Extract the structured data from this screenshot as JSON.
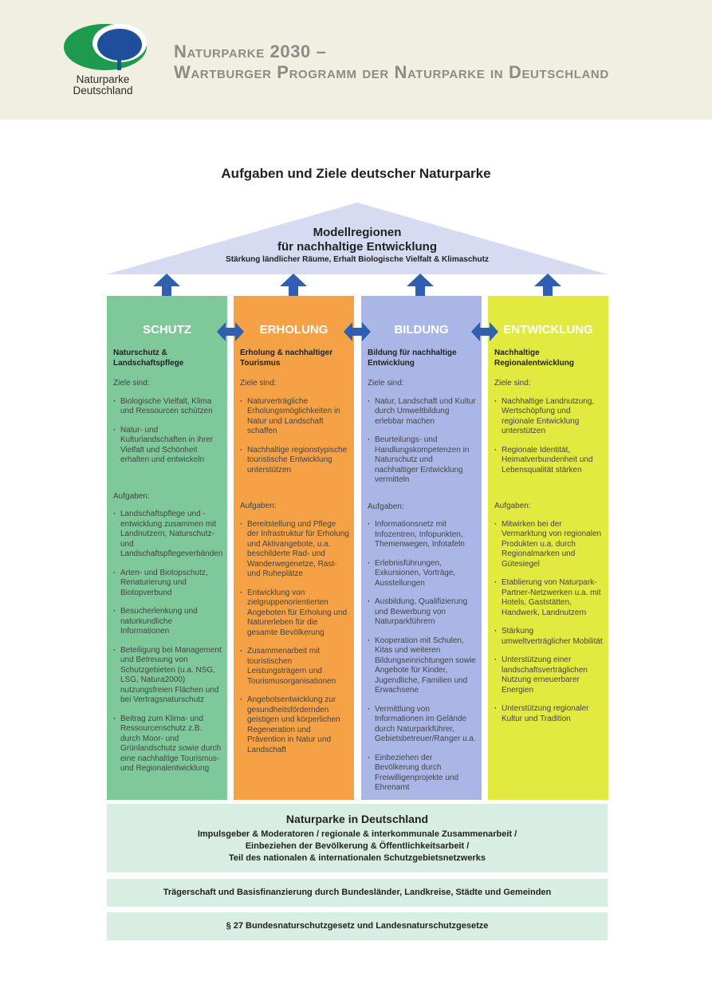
{
  "header": {
    "logo_line1": "Naturparke",
    "logo_line2": "Deutschland",
    "title_line1": "Naturparke 2030 –",
    "title_line2": "Wartburger Programm der Naturparke in Deutschland"
  },
  "diagram": {
    "title": "Aufgaben und Ziele deutscher Naturparke",
    "roof": {
      "line1": "Modellregionen",
      "line2": "für nachhaltige Entwicklung",
      "line3": "Stärkung ländlicher Räume, Erhalt Biologische Vielfalt & Klimaschutz"
    },
    "colors": {
      "schutz": "#7ec89a",
      "erholung": "#f5a145",
      "bildung": "#aab7e6",
      "entwicklung": "#e2ea3f",
      "roof": "#d6dbf2",
      "arrow": "#2f5fae",
      "band": "#d9eee2"
    },
    "columns": [
      {
        "title": "SCHUTZ",
        "subtitle": "Naturschutz & Landschaftspflege",
        "ziele_label": "Ziele sind:",
        "ziele": [
          "Biologische Vielfalt, Klima und Ressourcen schützen",
          "Natur- und Kulturlandschaften in ihrer Vielfalt und Schönheit erhalten und entwickeln"
        ],
        "aufgaben_label": "Aufgaben:",
        "aufgaben": [
          "Landschaftspflege und -entwicklung zusammen mit Landnutzern, Naturschutz- und Landschaftspflegeverbänden",
          "Arten- und Biotopschutz, Renaturierung und Biotopverbund",
          "Besucherlenkung und naturkundliche Informationen",
          "Beteiligung bei Management und Betreuung von Schutzgebieten (u.a. NSG, LSG, Natura2000) nutzungsfreien Flächen und bei Vertragsnaturschutz",
          "Beitrag zum Klima- und Ressourcenschutz z.B. durch Moor- und Grünlandschutz sowie durch eine nachhaltige Tourismus- und Regionalentwicklung"
        ]
      },
      {
        "title": "ERHOLUNG",
        "subtitle": "Erholung & nachhaltiger Tourismus",
        "ziele_label": "Ziele sind:",
        "ziele": [
          "Naturverträgliche Erholungsmöglichkeiten in Natur und Landschaft schaffen",
          "Nachhaltige regionstypische touristische Entwicklung unterstützen"
        ],
        "aufgaben_label": "Aufgaben:",
        "aufgaben": [
          "Bereitstellung und Pflege der Infrastruktur für Erholung und Aktivangebote, u.a. beschilderte Rad- und Wanderwegenetze, Rast- und Ruheplätze",
          "Entwicklung von zielgruppenorientierten Angeboten für Erholung und Naturerleben für die gesamte Bevölkerung",
          "Zusammenarbeit mit touristischen Leistungsträgern und Tourismusorganisationen",
          "Angebotsentwicklung zur gesundheitsfördernden geistigen und körperlichen Regeneration und Prävention in Natur und Landschaft"
        ]
      },
      {
        "title": "BILDUNG",
        "subtitle": "Bildung für nachhaltige Entwicklung",
        "ziele_label": "Ziele sind:",
        "ziele": [
          "Natur, Landschaft und Kultur durch Umweltbildung erlebbar machen",
          "Beurteilungs- und Handlungskompetenzen in Naturschutz und nachhaltiger Entwicklung vermitteln"
        ],
        "aufgaben_label": "Aufgaben:",
        "aufgaben": [
          "Informationsnetz mit Infozentren, Infopunkten, Themenwegen, Infotafeln",
          "Erlebnisführungen, Exkursionen, Vorträge, Ausstellungen",
          "Ausbildung, Qualifizierung und Bewerbung von Naturparkführern",
          "Kooperation mit Schulen, Kitas und weiteren Bildungseinrichtungen sowie Angebote für Kinder, Jugendliche, Familien und Erwachsene",
          "Vermittlung von Informationen im Gelände durch Naturparkführer, Gebietsbetreuer/Ranger u.a.",
          "Einbeziehen der Bevölkerung durch Freiwilligenprojekte und Ehrenamt"
        ]
      },
      {
        "title": "ENTWICKLUNG",
        "subtitle": "Nachhaltige Regionalentwicklung",
        "ziele_label": "Ziele sind:",
        "ziele": [
          "Nachhaltige Landnutzung, Wertschöpfung und regionale Entwicklung unterstützen",
          "Regionale Identität, Heimatverbundenheit und Lebensqualität stärken"
        ],
        "aufgaben_label": "Aufgaben:",
        "aufgaben": [
          "Mitwirken bei der Vermarktung von regionalen Produkten u.a. durch Regionalmarken und Gütesiegel",
          "Etablierung von Naturpark-Partner-Netzwerken u.a. mit Hotels, Gaststätten, Handwerk, Landnutzern",
          "Stärkung umweltverträglicher Mobilität",
          "Unterstützung einer landschaftsverträglichen Nutzung erneuerbarer Energien",
          "Unterstützung regionaler Kultur und Tradition"
        ]
      }
    ],
    "foundation": {
      "heading": "Naturparke in Deutschland",
      "line1": "Impulsgeber & Moderatoren / regionale & interkommunale Zusammenarbeit /",
      "line2": "Einbeziehen der Bevölkerung & Öffentlichkeitsarbeit /",
      "line3": "Teil des nationalen & internationalen Schutzgebietsnetzwerks",
      "band2": "Trägerschaft und Basisfinanzierung durch Bundesländer, Landkreise, Städte und Gemeinden",
      "band3": "§ 27 Bundesnaturschutzgesetz und Landesnaturschutzgesetze"
    }
  }
}
